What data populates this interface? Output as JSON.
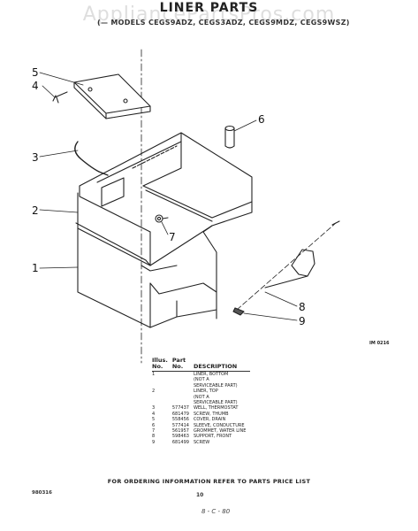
{
  "watermark": "AppliancePartsPros.com",
  "title": "LINER PARTS",
  "subtitle": "(— MODELS CEGS9ADZ, CEGS3ADZ, CEGS9MDZ, CEGS9WSZ)",
  "callouts": [
    "1",
    "2",
    "3",
    "4",
    "5",
    "6",
    "7",
    "8",
    "9"
  ],
  "figure_ref": "IM 0216",
  "parts_table": {
    "headers": {
      "illus_no": "Illus.\nNo.",
      "part_no": "Part\nNo.",
      "description": "DESCRIPTION"
    },
    "rows": [
      {
        "illus": "1",
        "part": "",
        "desc": "LINER, BOTTOM\n(NOT A\nSERVICEABLE PART)"
      },
      {
        "illus": "2",
        "part": "",
        "desc": "LINER, TOP\n(NOT A\nSERVICEABLE PART)"
      },
      {
        "illus": "3",
        "part": "577437",
        "desc": "WELL, THERMOSTAT"
      },
      {
        "illus": "4",
        "part": "681479",
        "desc": "SCREW, THUMB"
      },
      {
        "illus": "5",
        "part": "558456",
        "desc": "COVER, DRAIN"
      },
      {
        "illus": "6",
        "part": "577414",
        "desc": "SLEEVE, CONDUCTURE"
      },
      {
        "illus": "7",
        "part": "561957",
        "desc": "GROMMET, WATER LINE"
      },
      {
        "illus": "8",
        "part": "598463",
        "desc": "SUPPORT, FRONT"
      },
      {
        "illus": "9",
        "part": "681499",
        "desc": "SCREW"
      }
    ]
  },
  "footer_note": "FOR ORDERING INFORMATION REFER TO PARTS PRICE LIST",
  "doc_number": "980316",
  "page_number": "10",
  "handwritten": "8 - C - 80"
}
